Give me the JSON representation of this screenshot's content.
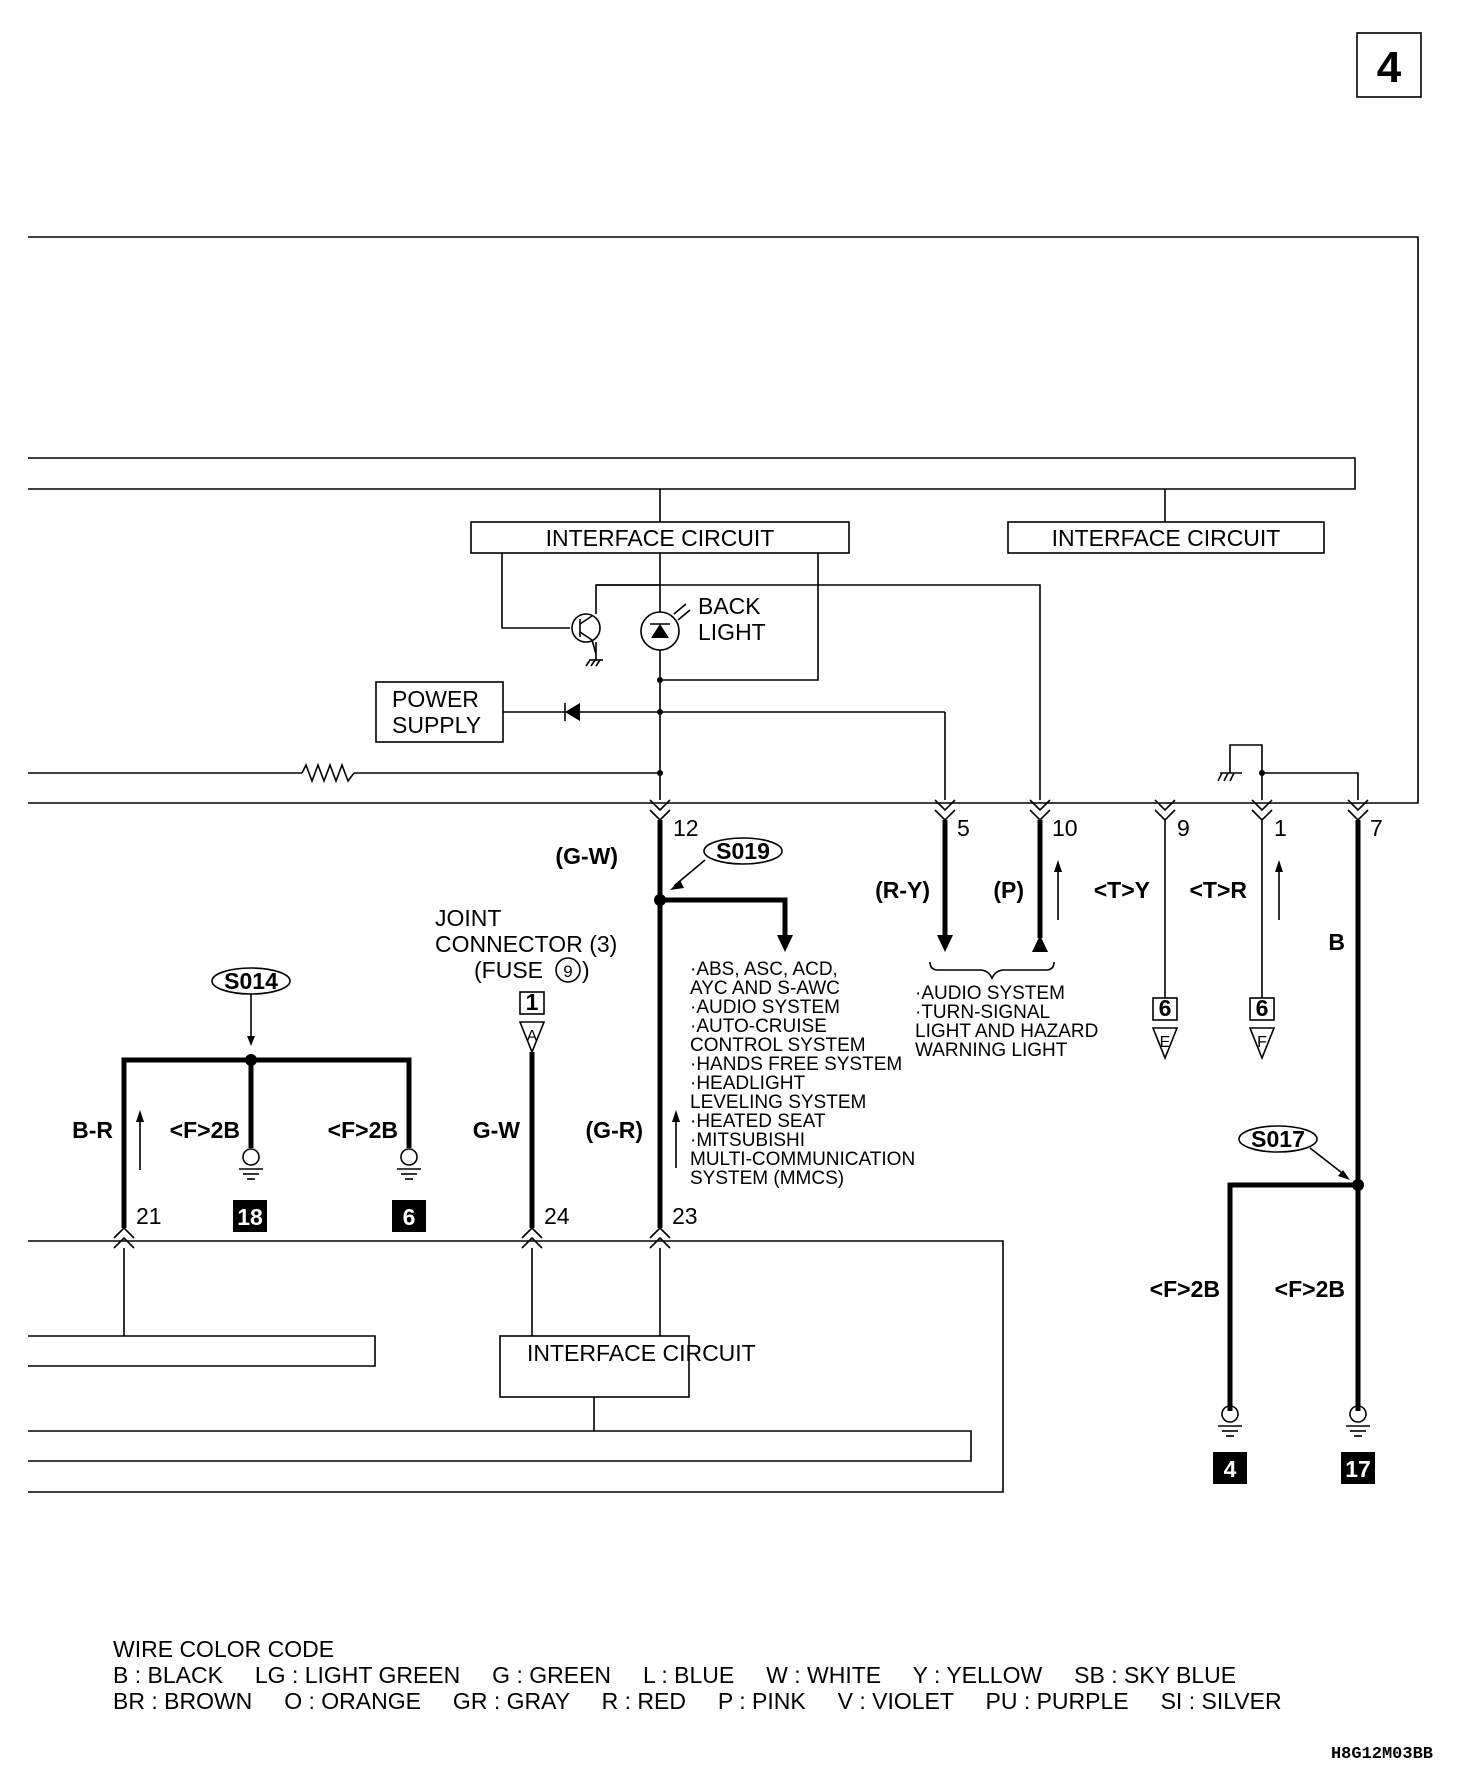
{
  "page_number": "4",
  "figure_id": "H8G12M03BB",
  "interface_circuits": [
    "INTERFACE CIRCUIT",
    "INTERFACE CIRCUIT",
    "INTERFACE CIRCUIT"
  ],
  "back_light": [
    "BACK",
    "LIGHT"
  ],
  "power_supply": [
    "POWER",
    "SUPPLY"
  ],
  "joint_connector": [
    "JOINT",
    "CONNECTOR (3)",
    "(FUSE",
    "9",
    ")"
  ],
  "joint_connector_no": "1",
  "joint_connector_terminal": "A",
  "splices": {
    "s019": "S019",
    "s014": "S014",
    "s017": "S017"
  },
  "top_pins": [
    {
      "pin": "12",
      "wire": "(G-W)"
    },
    {
      "pin": "5",
      "wire": "(R-Y)"
    },
    {
      "pin": "10",
      "wire": "(P)"
    },
    {
      "pin": "9",
      "wire": "<T>Y"
    },
    {
      "pin": "1",
      "wire": "<T>R"
    },
    {
      "pin": "7",
      "wire": "B"
    }
  ],
  "bottom_pins": [
    {
      "pin": "21",
      "wire": "B-R"
    },
    {
      "pin": "24",
      "wire": "G-W"
    },
    {
      "pin": "23",
      "wire": "(G-R)"
    }
  ],
  "ground_wires": {
    "g18": "<F>2B",
    "g6": "<F>2B",
    "g4": "<F>2B",
    "g17": "<F>2B"
  },
  "grounds": {
    "g18": "18",
    "g6": "6",
    "g4": "4",
    "g17": "17"
  },
  "connector_6": {
    "no": "6",
    "e": "E",
    "f": "F"
  },
  "systems_list_1": [
    "·ABS, ASC, ACD,",
    " AYC AND S-AWC",
    "·AUDIO SYSTEM",
    "·AUTO-CRUISE",
    " CONTROL SYSTEM",
    "·HANDS FREE SYSTEM",
    "·HEADLIGHT",
    " LEVELING SYSTEM",
    "·HEATED SEAT",
    "·MITSUBISHI",
    " MULTI-COMMUNICATION",
    " SYSTEM (MMCS)"
  ],
  "systems_list_2": [
    "·AUDIO SYSTEM",
    "·TURN-SIGNAL",
    " LIGHT AND HAZARD",
    " WARNING LIGHT"
  ],
  "wire_color_code": {
    "title": "WIRE COLOR CODE",
    "line1": "B : BLACK     LG : LIGHT GREEN     G : GREEN     L : BLUE     W : WHITE     Y : YELLOW     SB : SKY BLUE",
    "line2": "BR : BROWN     O : ORANGE     GR : GRAY     R : RED     P : PINK     V : VIOLET     PU : PURPLE     SI : SILVER"
  }
}
